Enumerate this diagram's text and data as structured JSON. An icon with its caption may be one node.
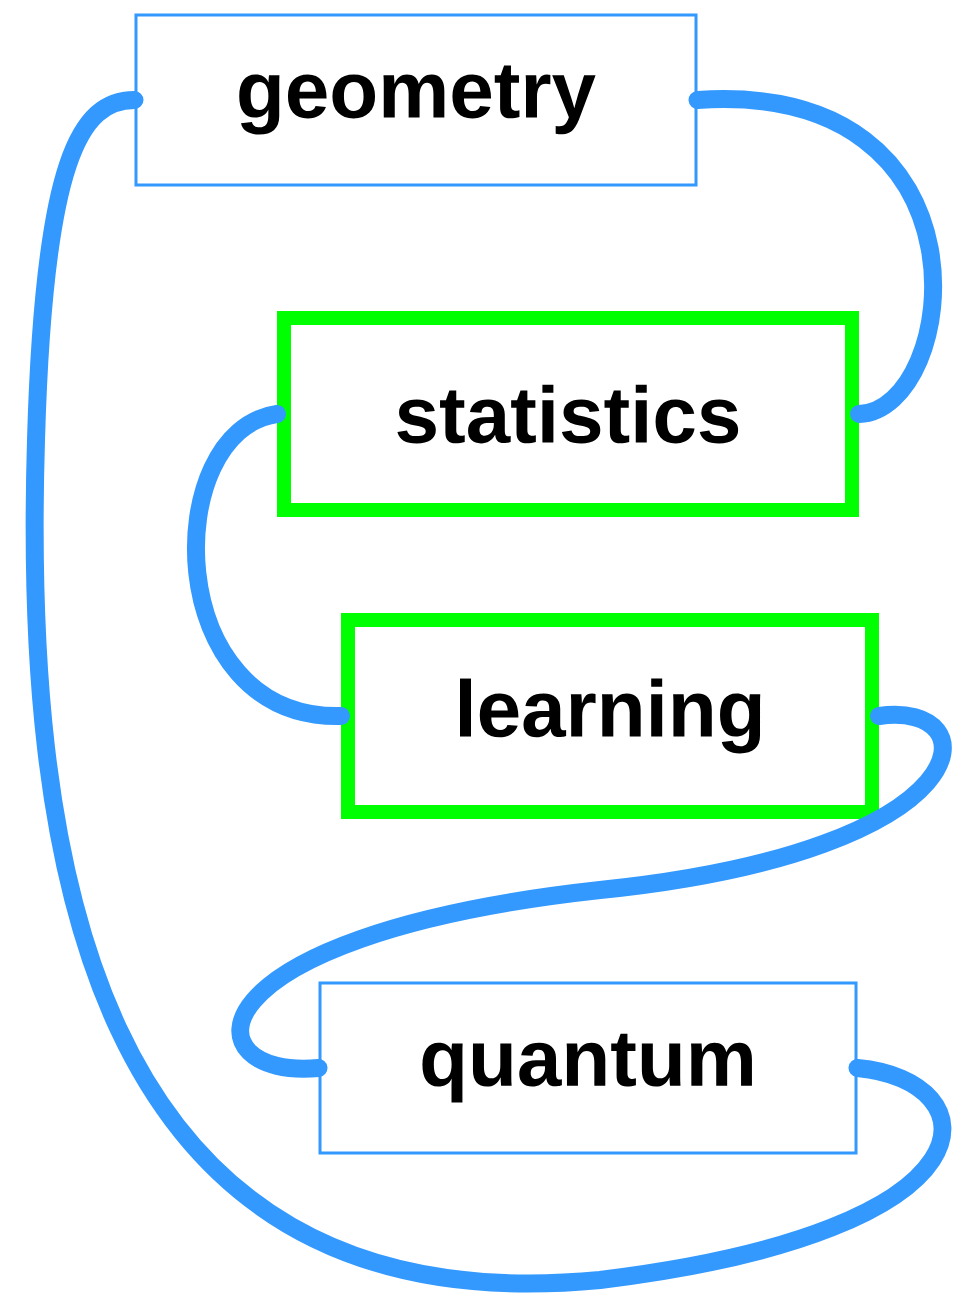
{
  "diagram": {
    "nodes": [
      {
        "text": [
          "geometry"
        ]
      },
      {
        "text": [
          "statistics"
        ]
      },
      {
        "text": [
          "learning"
        ]
      },
      {
        "text": [
          "quantum"
        ]
      }
    ],
    "edges": [
      {
        "from": 0,
        "to": 1,
        "arrow": "none"
      },
      {
        "from": 1,
        "to": 2,
        "arrow": "none"
      },
      {
        "from": 2,
        "to": 3,
        "arrow": "none"
      },
      {
        "from": 3,
        "to": 0,
        "arrow": "none"
      }
    ]
  }
}
